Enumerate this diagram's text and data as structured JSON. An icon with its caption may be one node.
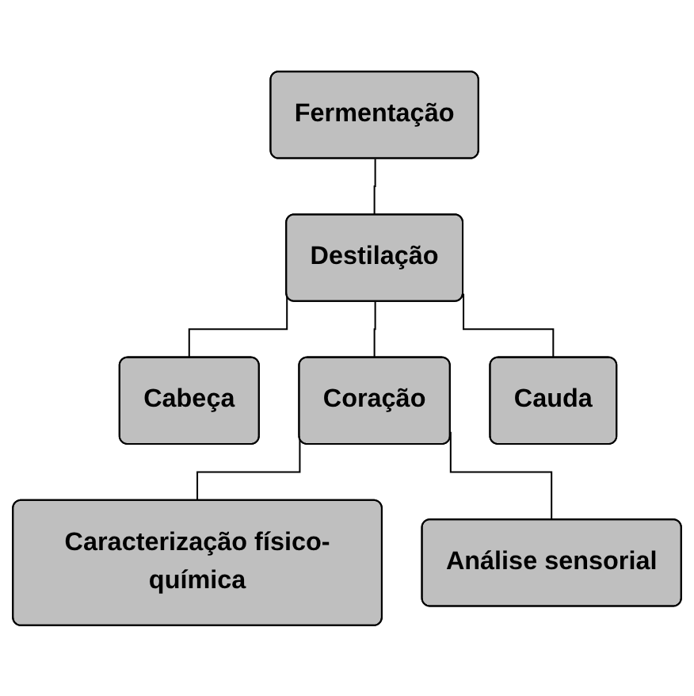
{
  "diagram": {
    "nodes": [
      {
        "text": [
          "Fermentação"
        ]
      },
      {
        "text": [
          "Destilação"
        ]
      },
      {
        "text": [
          "Cabeça"
        ]
      },
      {
        "text": [
          "Coração"
        ]
      },
      {
        "text": [
          "Cauda"
        ]
      },
      {
        "text": [
          "Caracterização físico-química"
        ]
      },
      {
        "text": [
          "Análise sensorial"
        ]
      }
    ],
    "edges": [
      {
        "from": 0,
        "to": 1,
        "arrow": "none"
      },
      {
        "from": 1,
        "to": 2,
        "arrow": "none"
      },
      {
        "from": 1,
        "to": 3,
        "arrow": "none"
      },
      {
        "from": 1,
        "to": 4,
        "arrow": "none"
      },
      {
        "from": 3,
        "to": 5,
        "arrow": "none"
      },
      {
        "from": 3,
        "to": 6,
        "arrow": "none"
      }
    ]
  }
}
